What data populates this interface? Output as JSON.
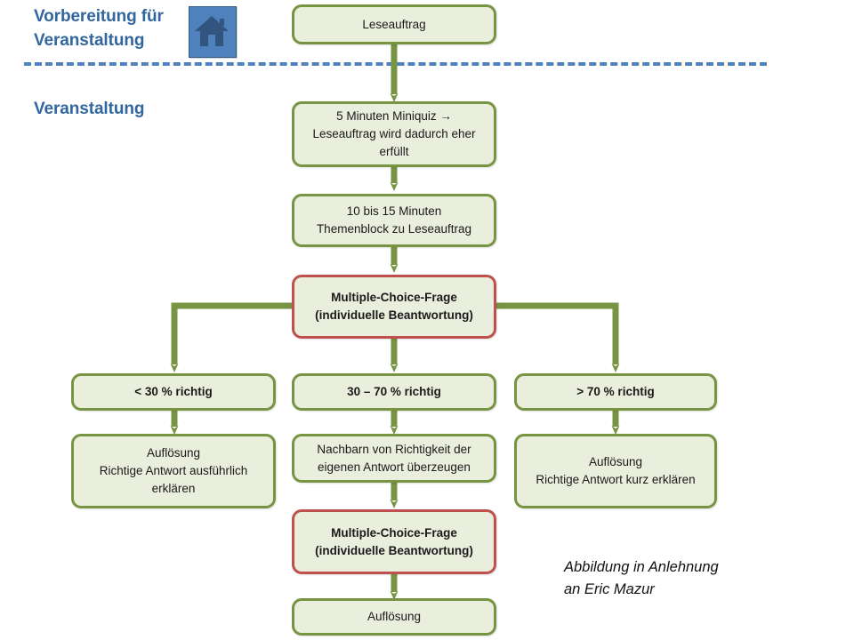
{
  "page": {
    "title": "Flussdiagramm Peer Instruction (nach Eric Mazur)",
    "background_color": "#ffffff",
    "accent_blue": "#31679e",
    "node_border_green": "#779442",
    "node_border_red": "#c0504d",
    "node_fill": "#eaeedc",
    "arrow_color": "#779442",
    "divider_color": "#4f81bd"
  },
  "headings": {
    "preparation": "Vorbereitung für\nVeranstaltung",
    "event": "Veranstaltung"
  },
  "icons": {
    "house": "house-icon"
  },
  "nodes": {
    "reading_assignment": "Leseauftrag",
    "miniquiz": "5 Minuten Miniquiz →\nLeseauftrag wird dadurch eher erfüllt",
    "topic_block": "10 bis 15 Minuten\nThemenblock zu Leseauftrag",
    "mc_question_1": "Multiple-Choice-Frage\n(individuelle Beantwortung)",
    "branch_low": "< 30 % richtig",
    "branch_mid": "30 – 70 % richtig",
    "branch_high": "> 70 % richtig",
    "outcome_low": "Auflösung\nRichtige Antwort  ausführlich erklären",
    "outcome_mid": "Nachbarn von Richtigkeit der eigenen Antwort  überzeugen",
    "outcome_high": "Auflösung\nRichtige Antwort  kurz erklären",
    "mc_question_2": "Multiple-Choice-Frage\n(individuelle Beantwortung)",
    "resolution_final": "Auflösung"
  },
  "caption": "Abbildung in Anlehnung\nan Eric Mazur"
}
